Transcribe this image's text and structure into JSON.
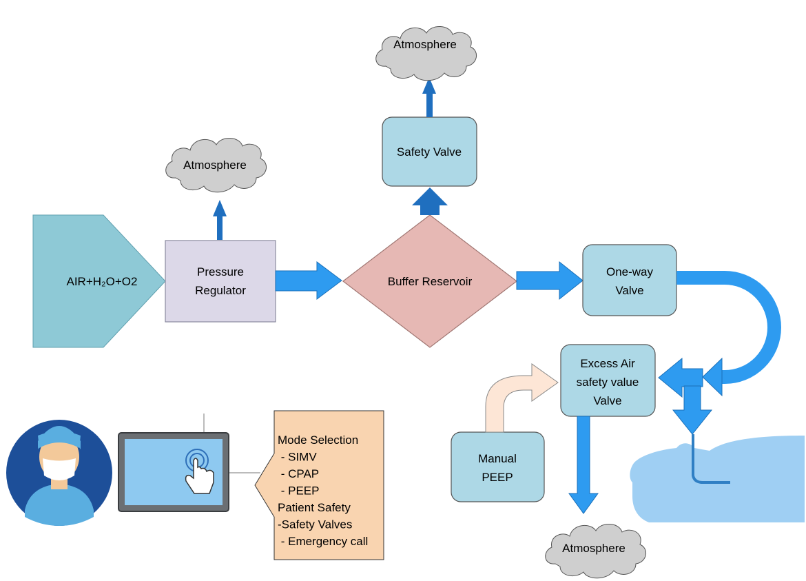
{
  "nodes": {
    "source": {
      "label": "AIR+H₂O+O2"
    },
    "pressure_regulator": {
      "line1": "Pressure",
      "line2": "Regulator"
    },
    "buffer_reservoir": {
      "label": "Buffer Reservoir"
    },
    "safety_valve": {
      "label": "Safety Valve"
    },
    "one_way_valve": {
      "line1": "One-way",
      "line2": "Valve"
    },
    "excess_air_valve": {
      "line1": "Excess Air",
      "line2": "safety value",
      "line3": "Valve"
    },
    "manual_peep": {
      "line1": "Manual",
      "line2": "PEEP"
    },
    "atmosphere_top": {
      "label": "Atmosphere"
    },
    "atmosphere_left": {
      "label": "Atmosphere"
    },
    "atmosphere_bottom": {
      "label": "Atmosphere"
    }
  },
  "control_panel": {
    "items": [
      "Mode Selection",
      " - SIMV",
      " - CPAP",
      " - PEEP",
      "Patient Safety",
      "-Safety Valves",
      " - Emergency call"
    ]
  },
  "colors": {
    "arrow_blue": "#2e9bf0",
    "arrow_dark_blue": "#1f6fbf",
    "teal_box": "#add8e6",
    "source_teal": "#8ec9d6",
    "regulator_lavender": "#dcd8e8",
    "reservoir_pink": "#e6b8b4",
    "menu_peach": "#f9d4b0",
    "cloud_gray": "#cfcfcf",
    "manual_arrow": "#fde6d6"
  }
}
